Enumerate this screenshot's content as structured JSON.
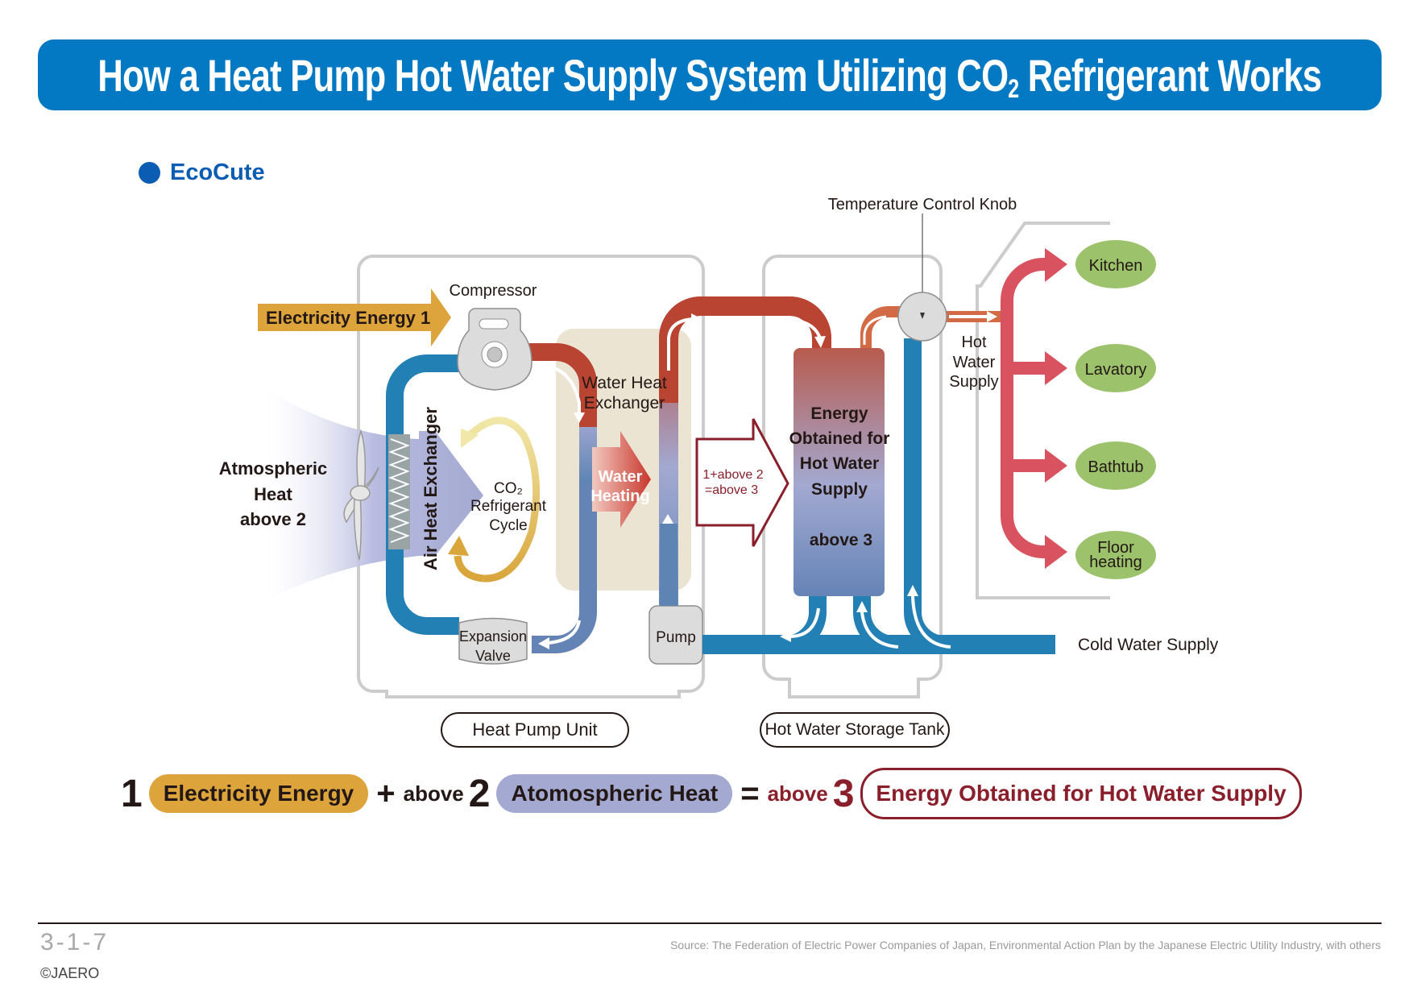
{
  "title": {
    "main": "How a Heat Pump Hot Water Supply System Utilizing CO",
    "subscript": "2",
    "rest": " Refrigerant Works"
  },
  "section": {
    "label": "EcoCute",
    "dot_color": "#0a5db3"
  },
  "colors": {
    "title_bg": "#0479c3",
    "cold_pipe": "#2380b5",
    "hot_pipe": "#b94432",
    "supply_pipe": "#d9525f",
    "electricity": "#dea43c",
    "atmospheric": "#a3a9d1",
    "outlet": "#9cc26b",
    "equation_red": "#8a1f2b",
    "housing": "#cccccc",
    "exchanger_bg": "#ebe4d3"
  },
  "diagram": {
    "electricity_arrow": "Electricity Energy 1",
    "compressor": "Compressor",
    "water_heat_exchanger": [
      "Water Heat",
      "Exchanger"
    ],
    "water_heating": [
      "Water",
      "Heating"
    ],
    "atmospheric_heat": [
      "Atmospheric",
      "Heat",
      "above 2"
    ],
    "air_heat_exchanger": "Air Heat Exchanger",
    "refrigerant_cycle": [
      "CO₂",
      "Refrigerant",
      "Cycle"
    ],
    "expansion_valve": [
      "Expansion",
      "Valve"
    ],
    "pump": "Pump",
    "sum_arrow": [
      "1+above 2",
      "=above 3"
    ],
    "tank_label": [
      "Energy",
      "Obtained for",
      "Hot Water",
      "Supply"
    ],
    "tank_value": "above 3",
    "temperature_knob": "Temperature Control Knob",
    "hot_water_supply": [
      "Hot",
      "Water",
      "Supply"
    ],
    "outlets": [
      "Kitchen",
      "Lavatory",
      "Bathtub",
      [
        "Floor",
        "heating"
      ]
    ],
    "cold_water_supply": "Cold Water Supply",
    "heat_pump_unit": "Heat Pump Unit",
    "storage_tank": "Hot Water Storage Tank"
  },
  "equation": {
    "n1": "1",
    "term1": "Electricity Energy",
    "plus": "+",
    "above2": "above",
    "n2": "2",
    "term2": "Atomospheric Heat",
    "equals": "=",
    "above3": "above",
    "n3": "3",
    "term3": "Energy Obtained for Hot Water Supply"
  },
  "footer": {
    "page_number": "3-1-7",
    "copyright": "©JAERO",
    "source": "Source: The Federation of Electric Power Companies of Japan, Environmental Action Plan by the Japanese Electric Utility Industry, with others"
  }
}
